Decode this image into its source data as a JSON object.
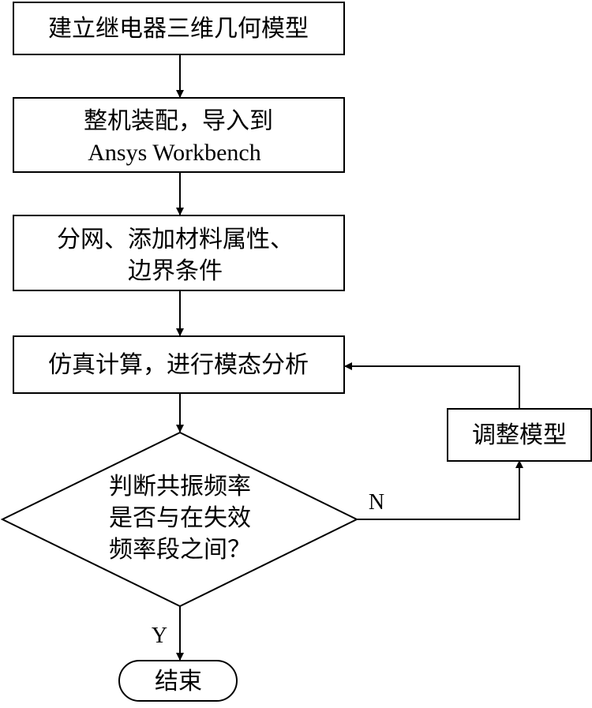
{
  "flowchart": {
    "step1": {
      "text": "建立继电器三维几何模型"
    },
    "step2": {
      "line1": "整机装配，导入到",
      "line2": "Ansys Workbench"
    },
    "step3": {
      "line1": "分网、添加材料属性、",
      "line2": "边界条件"
    },
    "step4": {
      "text": "仿真计算，进行模态分析"
    },
    "decision": {
      "line1": "判断共振频率",
      "line2": "是否与在失效",
      "line3": "频率段之间？"
    },
    "adjust": {
      "text": "调整模型"
    },
    "end": {
      "text": "结束"
    },
    "label_no": "N",
    "label_yes": "Y"
  }
}
